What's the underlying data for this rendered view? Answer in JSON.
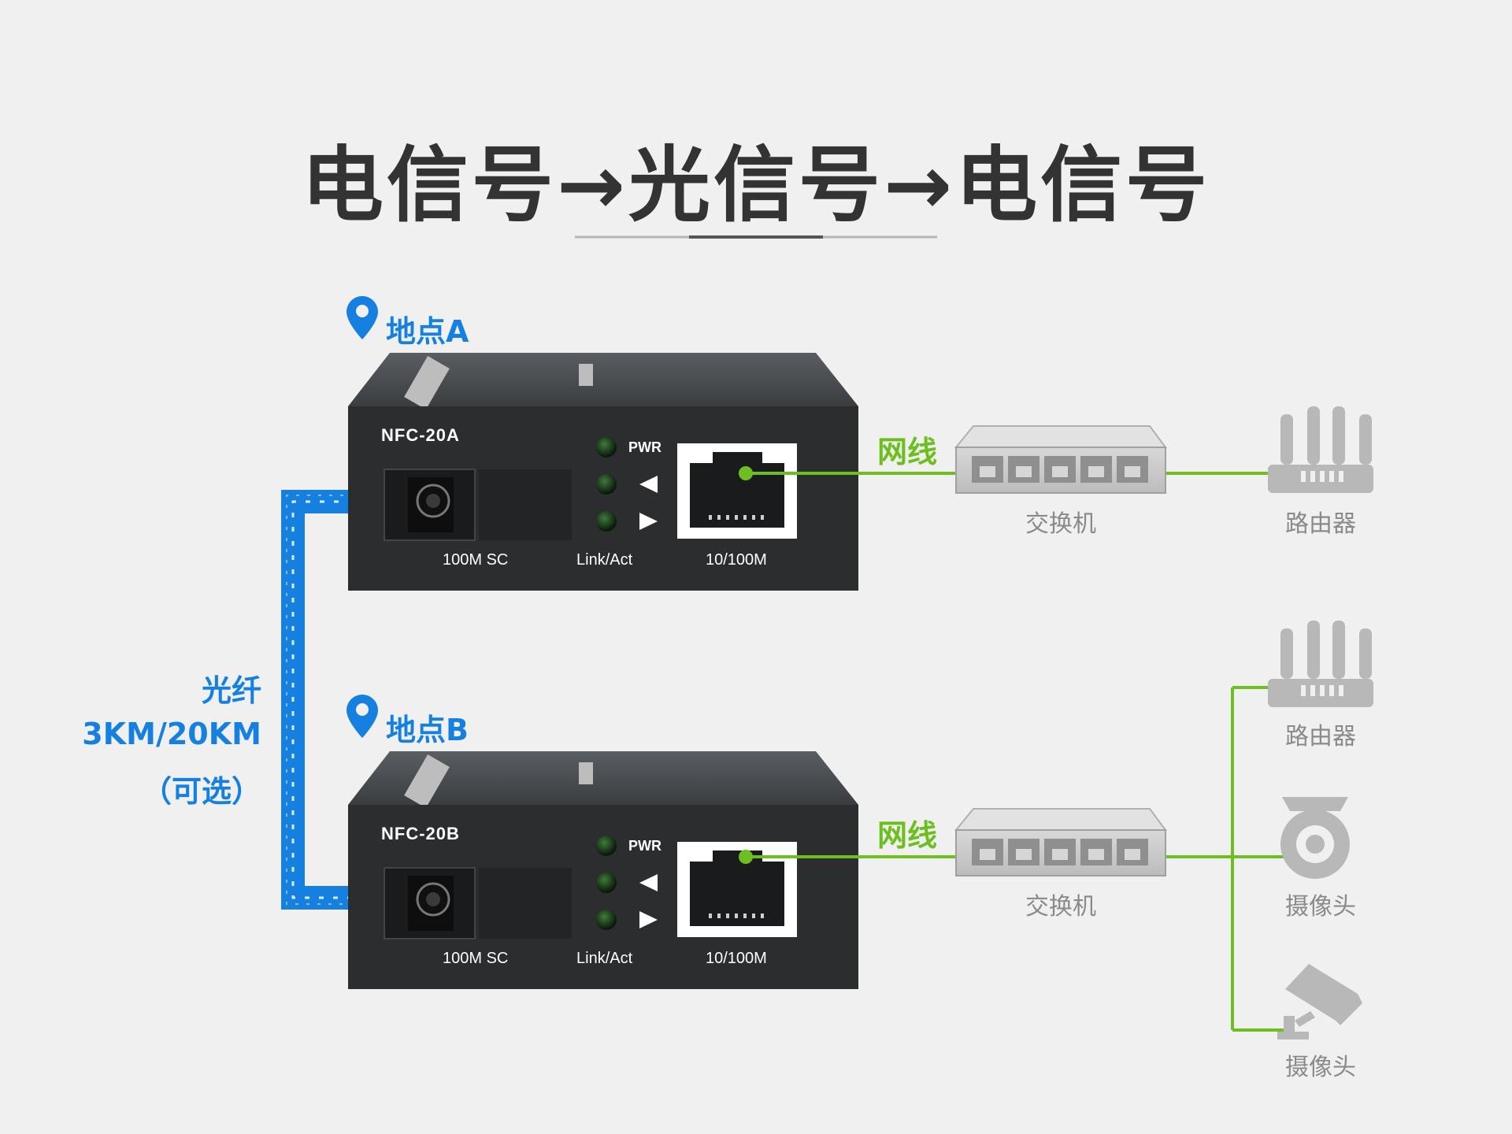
{
  "title": "电信号→光信号→电信号",
  "colors": {
    "fiber": "#1680e0",
    "cable": "#6cbf1e",
    "device_body": "#2b2d2f",
    "switch": "#c9c9c9",
    "label_gray": "#8a8a8a"
  },
  "site_a": {
    "label": "地点A",
    "device": {
      "model": "NFC-20A",
      "port_fiber": "100M  SC",
      "port_led": "Link/Act",
      "port_rj45": "10/100M",
      "pwr": "PWR"
    },
    "cable_label": "网线",
    "switch_label": "交换机",
    "router_label": "路由器"
  },
  "fiber": {
    "line1": "光纤",
    "line2": "3KM/20KM",
    "line3": "（可选）"
  },
  "site_b": {
    "label": "地点B",
    "device": {
      "model": "NFC-20B",
      "port_fiber": "100M  SC",
      "port_led": "Link/Act",
      "port_rj45": "10/100M",
      "pwr": "PWR"
    },
    "cable_label": "网线",
    "switch_label": "交换机",
    "endpoints": [
      {
        "label": "路由器",
        "icon": "router-icon"
      },
      {
        "label": "摄像头",
        "icon": "dome-camera-icon"
      },
      {
        "label": "摄像头",
        "icon": "bullet-camera-icon"
      }
    ]
  }
}
